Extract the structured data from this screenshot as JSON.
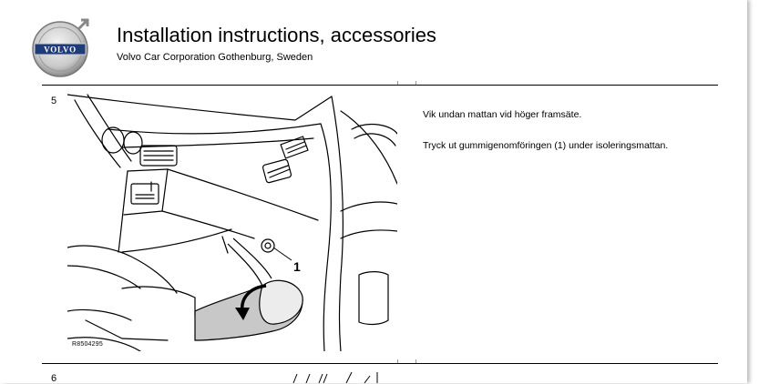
{
  "header": {
    "title": "Installation instructions, accessories",
    "subtitle": "Volvo Car Corporation Gothenburg, Sweden",
    "logo_text": "VOLVO"
  },
  "steps": [
    {
      "number": "5",
      "figure_code": "R8504295",
      "callout": "1",
      "instructions": [
        "Vik undan mattan vid höger framsäte.",
        "Tryck ut gummigenomföringen (1) under isoleringsmattan."
      ]
    },
    {
      "number": "6"
    }
  ],
  "colors": {
    "ink": "#000000",
    "mat_grey": "#c8c8c8",
    "logo_blue": "#1e3c78"
  }
}
